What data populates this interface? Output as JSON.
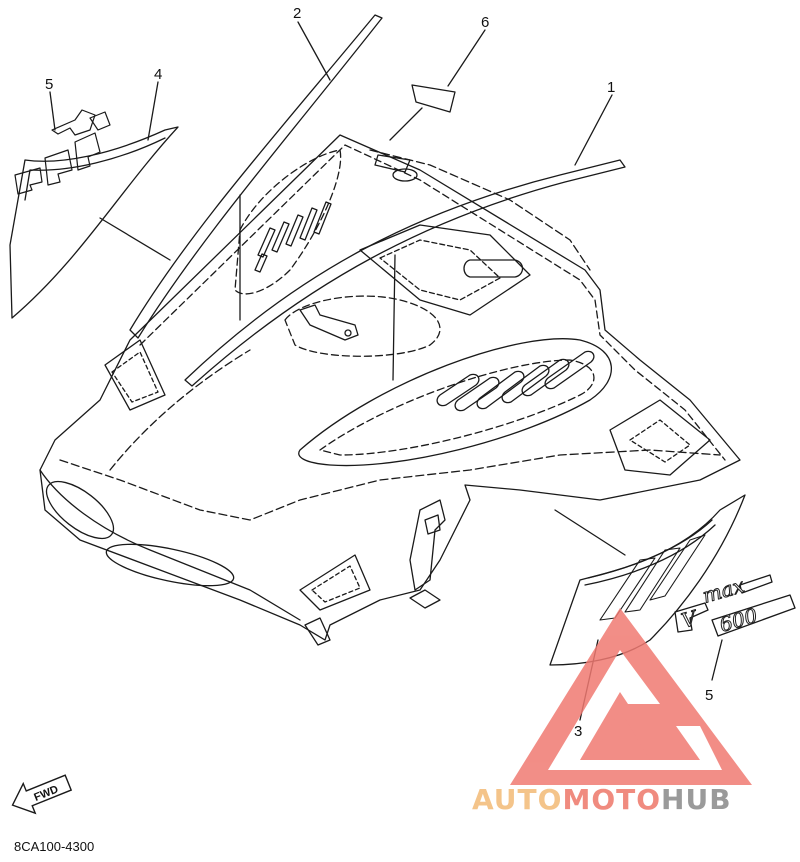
{
  "diagram": {
    "part_code": "8CA100-4300",
    "fwd_label": "FWD",
    "callouts": [
      {
        "id": "1",
        "label": "1"
      },
      {
        "id": "2",
        "label": "2"
      },
      {
        "id": "3",
        "label": "3"
      },
      {
        "id": "4",
        "label": "4"
      },
      {
        "id": "5a",
        "label": "5"
      },
      {
        "id": "5b",
        "label": "5"
      },
      {
        "id": "6",
        "label": "6"
      }
    ],
    "emblem_text_1": "V",
    "emblem_text_2": "max",
    "emblem_text_3": "600"
  },
  "watermark": {
    "part1": "AUTO",
    "part2": "MOTO",
    "part3": "HUB",
    "color_auto": "#f4c48a",
    "color_moto": "#f08b7f",
    "color_hub": "#9a9a9a",
    "logo_color": "#f07a72"
  }
}
